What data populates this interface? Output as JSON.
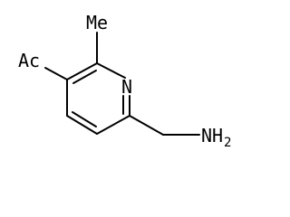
{
  "structure": {
    "labels": {
      "acetyl": "Ac",
      "methyl": "Me",
      "ring_nitrogen": "N",
      "amine": "NH",
      "amine_subscript": "2"
    },
    "colors": {
      "bond": "#000000",
      "text": "#000000",
      "background": "#ffffff"
    }
  }
}
